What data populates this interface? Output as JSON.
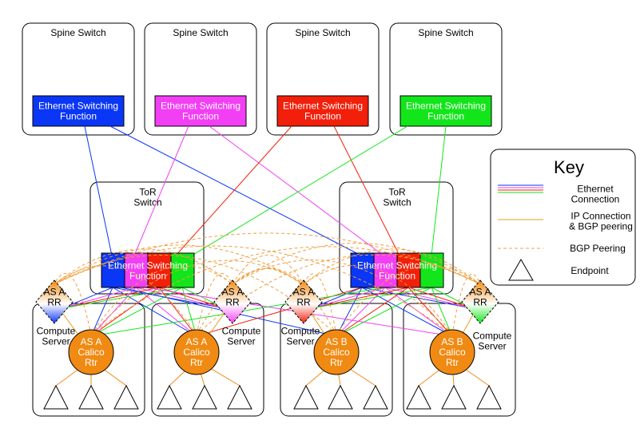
{
  "colors": {
    "blue": "#0a36f5",
    "magenta": "#f23ef5",
    "red": "#f21f0a",
    "green": "#12e61a",
    "orange": "#f08a12",
    "ip_line": "#e0a020",
    "bgp_line": "#f0a040"
  },
  "spines": [
    {
      "title": "Spine Switch",
      "function": [
        "Ethernet Switching",
        "Function"
      ],
      "color": "blue"
    },
    {
      "title": "Spine Switch",
      "function": [
        "Ethernet Switching",
        "Function"
      ],
      "color": "magenta"
    },
    {
      "title": "Spine Switch",
      "function": [
        "Ethernet Switching",
        "Function"
      ],
      "color": "red"
    },
    {
      "title": "Spine Switch",
      "function": [
        "Ethernet Switching",
        "Function"
      ],
      "color": "green"
    }
  ],
  "tors": [
    {
      "title": [
        "ToR",
        "Switch"
      ],
      "function": [
        "Ethernet Switching",
        "Function"
      ]
    },
    {
      "title": [
        "ToR",
        "Switch"
      ],
      "function": [
        "Ethernet Switching",
        "Function"
      ]
    }
  ],
  "servers": [
    {
      "label": [
        "Compute",
        "Server"
      ],
      "router": [
        "AS A",
        "Calico",
        "Rtr"
      ],
      "rr": [
        "AS A",
        "RR"
      ],
      "rr_color": "blue"
    },
    {
      "label": [
        "Compute",
        "Server"
      ],
      "router": [
        "AS A",
        "Calico",
        "Rtr"
      ],
      "rr": [
        "AS A",
        "RR"
      ],
      "rr_color": "magenta"
    },
    {
      "label": [
        "Compute",
        "Server"
      ],
      "router": [
        "AS B",
        "Calico",
        "Rtr"
      ],
      "rr": [
        "AS A",
        "RR"
      ],
      "rr_color": "red"
    },
    {
      "label": [
        "Compute",
        "Server"
      ],
      "router": [
        "AS B",
        "Calico",
        "Rtr"
      ],
      "rr": [
        "AS A",
        "RR"
      ],
      "rr_color": "green"
    }
  ],
  "key": {
    "title": "Key",
    "items": [
      {
        "type": "ethernet",
        "label": [
          "Ethernet",
          "Connection"
        ]
      },
      {
        "type": "ip",
        "label": [
          "IP Connection",
          "& BGP peering"
        ]
      },
      {
        "type": "bgp",
        "label": [
          "BGP Peering"
        ]
      },
      {
        "type": "endpoint",
        "label": [
          "Endpoint"
        ]
      }
    ]
  }
}
